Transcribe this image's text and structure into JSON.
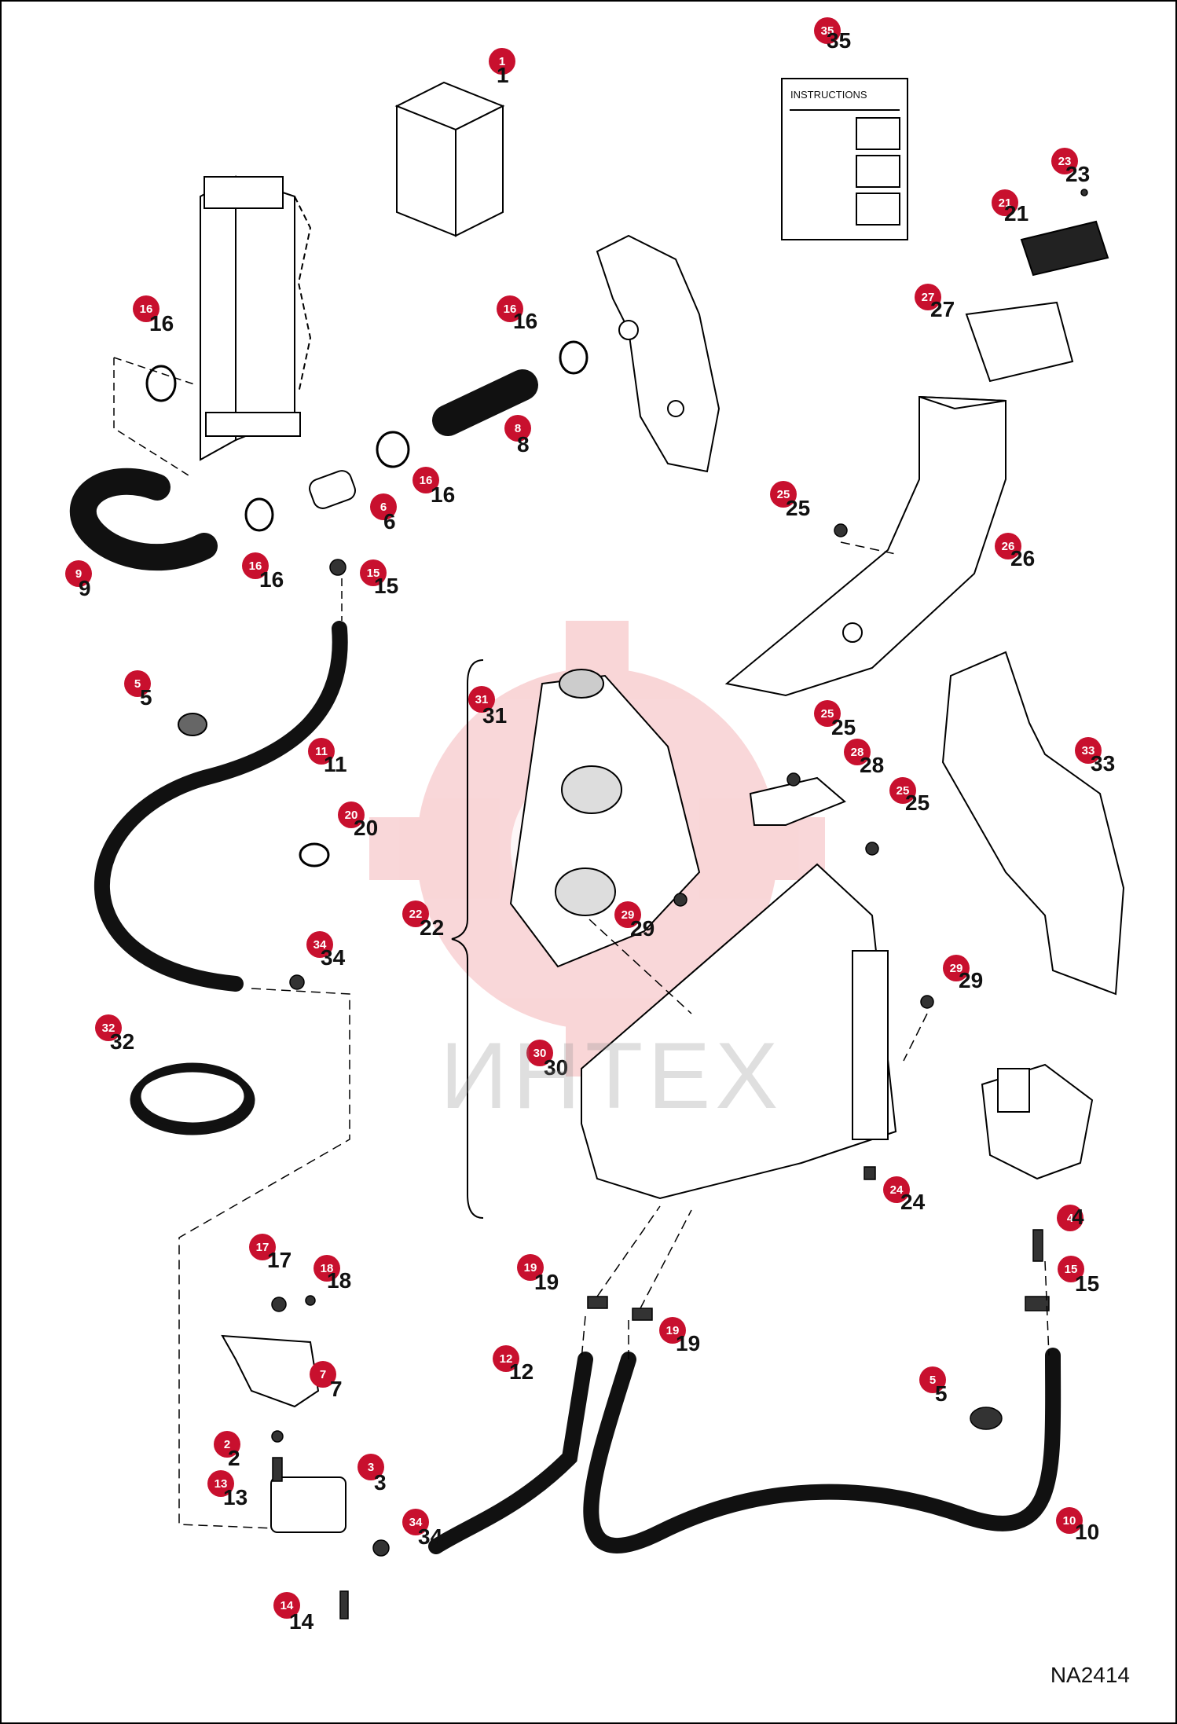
{
  "diagram": {
    "code": "NA2414",
    "instructions_title": "INSTRUCTIONS",
    "watermark": "ИНТЕХ",
    "callouts": [
      {
        "n": "1"
      },
      {
        "n": "35"
      },
      {
        "n": "23"
      },
      {
        "n": "21"
      },
      {
        "n": "27"
      },
      {
        "n": "16"
      },
      {
        "n": "16"
      },
      {
        "n": "8"
      },
      {
        "n": "16"
      },
      {
        "n": "6"
      },
      {
        "n": "9"
      },
      {
        "n": "16"
      },
      {
        "n": "15"
      },
      {
        "n": "25"
      },
      {
        "n": "26"
      },
      {
        "n": "5"
      },
      {
        "n": "11"
      },
      {
        "n": "31"
      },
      {
        "n": "25"
      },
      {
        "n": "28"
      },
      {
        "n": "25"
      },
      {
        "n": "33"
      },
      {
        "n": "20"
      },
      {
        "n": "22"
      },
      {
        "n": "29"
      },
      {
        "n": "34"
      },
      {
        "n": "29"
      },
      {
        "n": "32"
      },
      {
        "n": "30"
      },
      {
        "n": "24"
      },
      {
        "n": "4"
      },
      {
        "n": "17"
      },
      {
        "n": "18"
      },
      {
        "n": "19"
      },
      {
        "n": "15"
      },
      {
        "n": "19"
      },
      {
        "n": "7"
      },
      {
        "n": "12"
      },
      {
        "n": "5"
      },
      {
        "n": "2"
      },
      {
        "n": "13"
      },
      {
        "n": "3"
      },
      {
        "n": "34"
      },
      {
        "n": "10"
      },
      {
        "n": "14"
      }
    ]
  }
}
